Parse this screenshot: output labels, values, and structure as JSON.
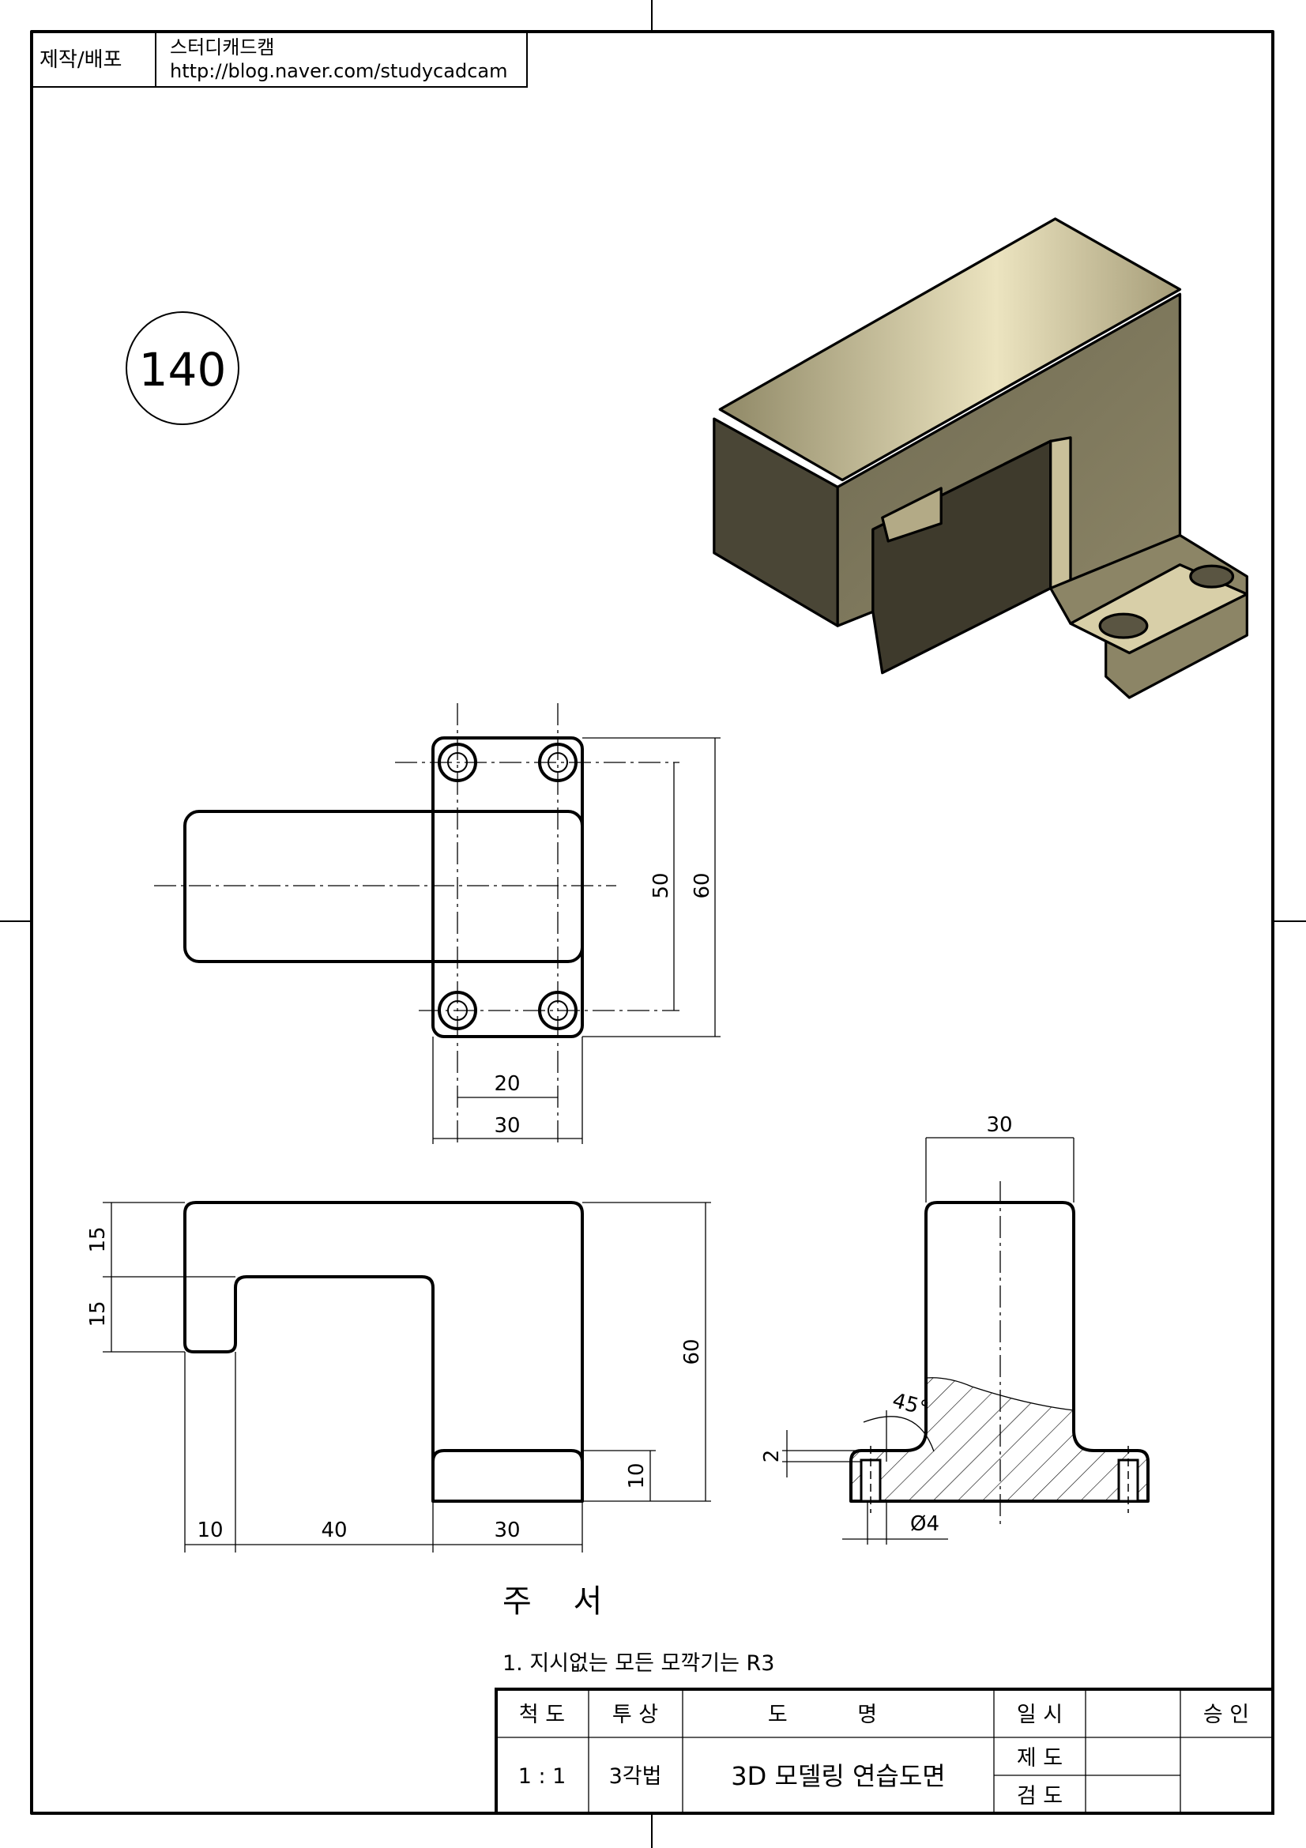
{
  "header": {
    "maker_label": "제작/배포",
    "author": "스터디캐드캠",
    "url": "http://blog.naver.com/studycadcam"
  },
  "drawing_number": "140",
  "dimensions": {
    "top_20": "20",
    "top_30": "30",
    "top_50": "50",
    "top_60": "60",
    "front_15a": "15",
    "front_15b": "15",
    "front_60": "60",
    "front_10v": "10",
    "front_10": "10",
    "front_40": "40",
    "front_30": "30",
    "side_30": "30",
    "side_45": "45°",
    "side_2": "2",
    "side_dia4": "Ø4"
  },
  "notes": {
    "title": "주 서",
    "items": [
      "1. 지시없는 모든 모깍기는 R3"
    ]
  },
  "title_block": {
    "scale_label": "척 도",
    "projection_label": "투 상",
    "name_label": "도 명",
    "date_label": "일 시",
    "approval_label": "승 인",
    "scale": "1 : 1",
    "projection": "3각법",
    "name": "3D 모델링 연습도면",
    "drafted_label": "제 도",
    "checked_label": "검 도"
  },
  "colors": {
    "model_light": "#ece4c0",
    "model_mid": "#a59c78",
    "model_dark": "#4a4636"
  }
}
